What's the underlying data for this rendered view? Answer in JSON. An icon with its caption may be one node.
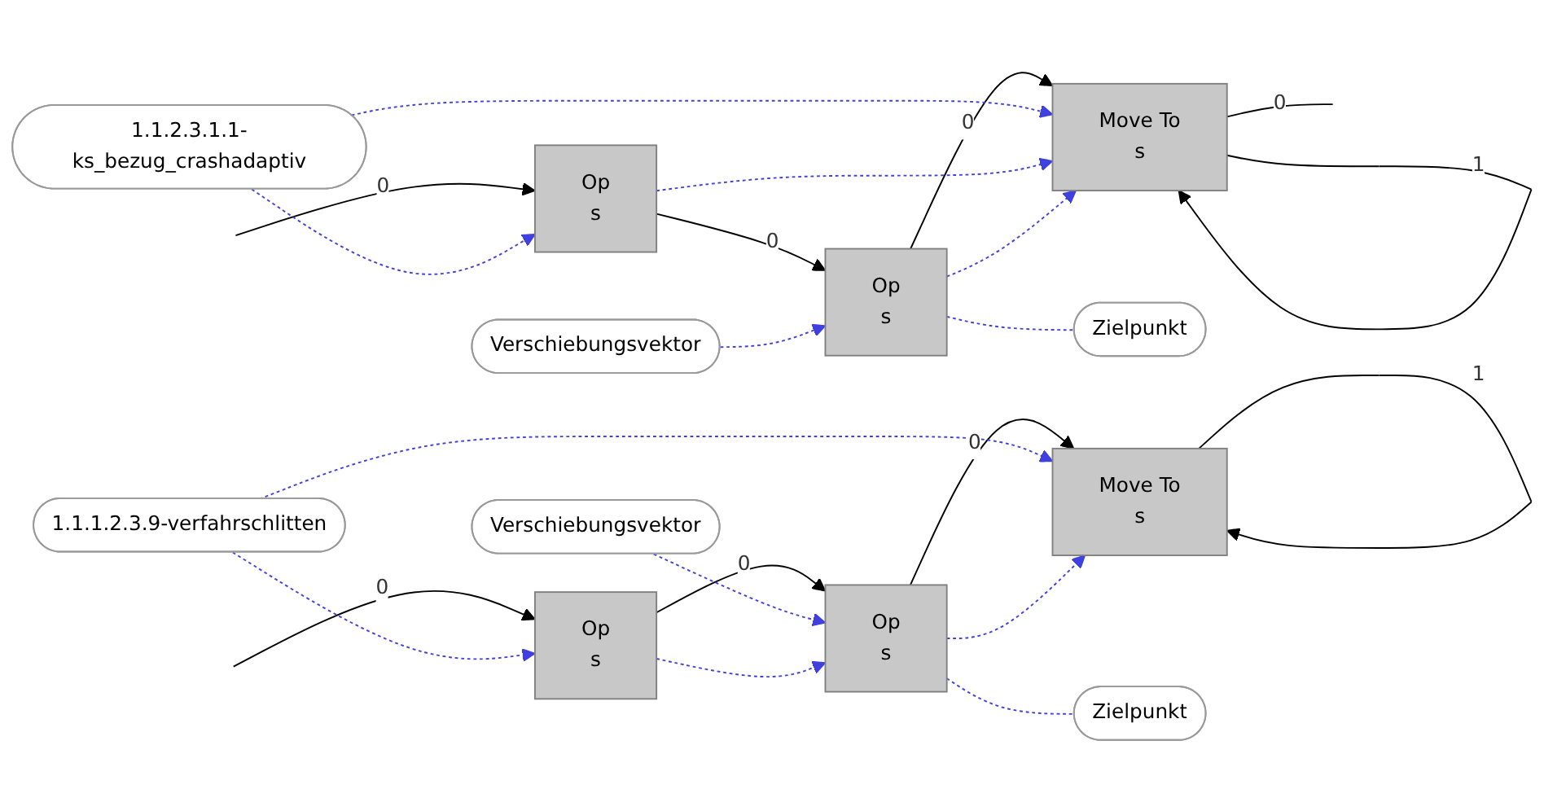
{
  "diagram": {
    "nodes": [
      {
        "text": [
          "Verschiebungsvektor"
        ]
      },
      {
        "text": [
          "1.1.2.3.1.1-ks_bezug_crashadaptiv"
        ]
      },
      {
        "text": [
          "Op",
          "s"
        ]
      },
      {
        "text": [
          "Op",
          "s"
        ]
      },
      {
        "text": [
          "Move To",
          "s"
        ]
      },
      {
        "text": [
          "Zielpunkt"
        ]
      },
      {
        "text": [
          "Verschiebungsvektor"
        ]
      },
      {
        "text": [
          "1.1.1.2.3.9-verfahrschlitten"
        ]
      },
      {
        "text": [
          "Op",
          "s"
        ]
      },
      {
        "text": [
          "Op",
          "s"
        ]
      },
      {
        "text": [
          "Move To",
          "s"
        ]
      },
      {
        "text": [
          "Zielpunkt"
        ]
      }
    ],
    "edges": [
      {
        "from": null,
        "to": 2,
        "arrow": "to",
        "label": "0",
        "color": "#000000"
      },
      {
        "from": 2,
        "to": 3,
        "arrow": "to",
        "label": "0",
        "color": "#000000"
      },
      {
        "from": 3,
        "to": 4,
        "arrow": "to",
        "label": "0",
        "color": "#000000"
      },
      {
        "from": 4,
        "to": null,
        "arrow": "none",
        "label": "0",
        "color": "#000000"
      },
      {
        "from": 4,
        "to": 4,
        "arrow": "to",
        "label": "1",
        "color": "#000000"
      },
      {
        "from": 1,
        "to": 2,
        "arrow": "to",
        "style": "dashed",
        "color": "#4040e0"
      },
      {
        "from": 0,
        "to": 3,
        "arrow": "to",
        "style": "dashed",
        "color": "#4040e0"
      },
      {
        "from": 1,
        "to": 4,
        "arrow": "to",
        "style": "dashed",
        "color": "#4040e0"
      },
      {
        "from": 2,
        "to": 4,
        "arrow": "to",
        "style": "dashed",
        "color": "#4040e0"
      },
      {
        "from": 3,
        "to": 4,
        "arrow": "to",
        "style": "dashed",
        "color": "#4040e0"
      },
      {
        "from": 3,
        "to": 5,
        "arrow": "none",
        "style": "dashed",
        "color": "#4040e0"
      },
      {
        "from": null,
        "to": 8,
        "arrow": "to",
        "label": "0",
        "color": "#000000"
      },
      {
        "from": 8,
        "to": 9,
        "arrow": "to",
        "label": "0",
        "color": "#000000"
      },
      {
        "from": 9,
        "to": 10,
        "arrow": "to",
        "label": "0",
        "color": "#000000"
      },
      {
        "from": 10,
        "to": 10,
        "arrow": "to",
        "label": "1",
        "color": "#000000"
      },
      {
        "from": 7,
        "to": 8,
        "arrow": "to",
        "style": "dashed",
        "color": "#4040e0"
      },
      {
        "from": 6,
        "to": 9,
        "arrow": "to",
        "style": "dashed",
        "color": "#4040e0"
      },
      {
        "from": 7,
        "to": 10,
        "arrow": "to",
        "style": "dashed",
        "color": "#4040e0"
      },
      {
        "from": 8,
        "to": 9,
        "arrow": "to",
        "style": "dashed",
        "color": "#4040e0"
      },
      {
        "from": 9,
        "to": 10,
        "arrow": "to",
        "style": "dashed",
        "color": "#4040e0"
      },
      {
        "from": 9,
        "to": 11,
        "arrow": "none",
        "style": "dashed",
        "color": "#4040e0"
      }
    ]
  }
}
